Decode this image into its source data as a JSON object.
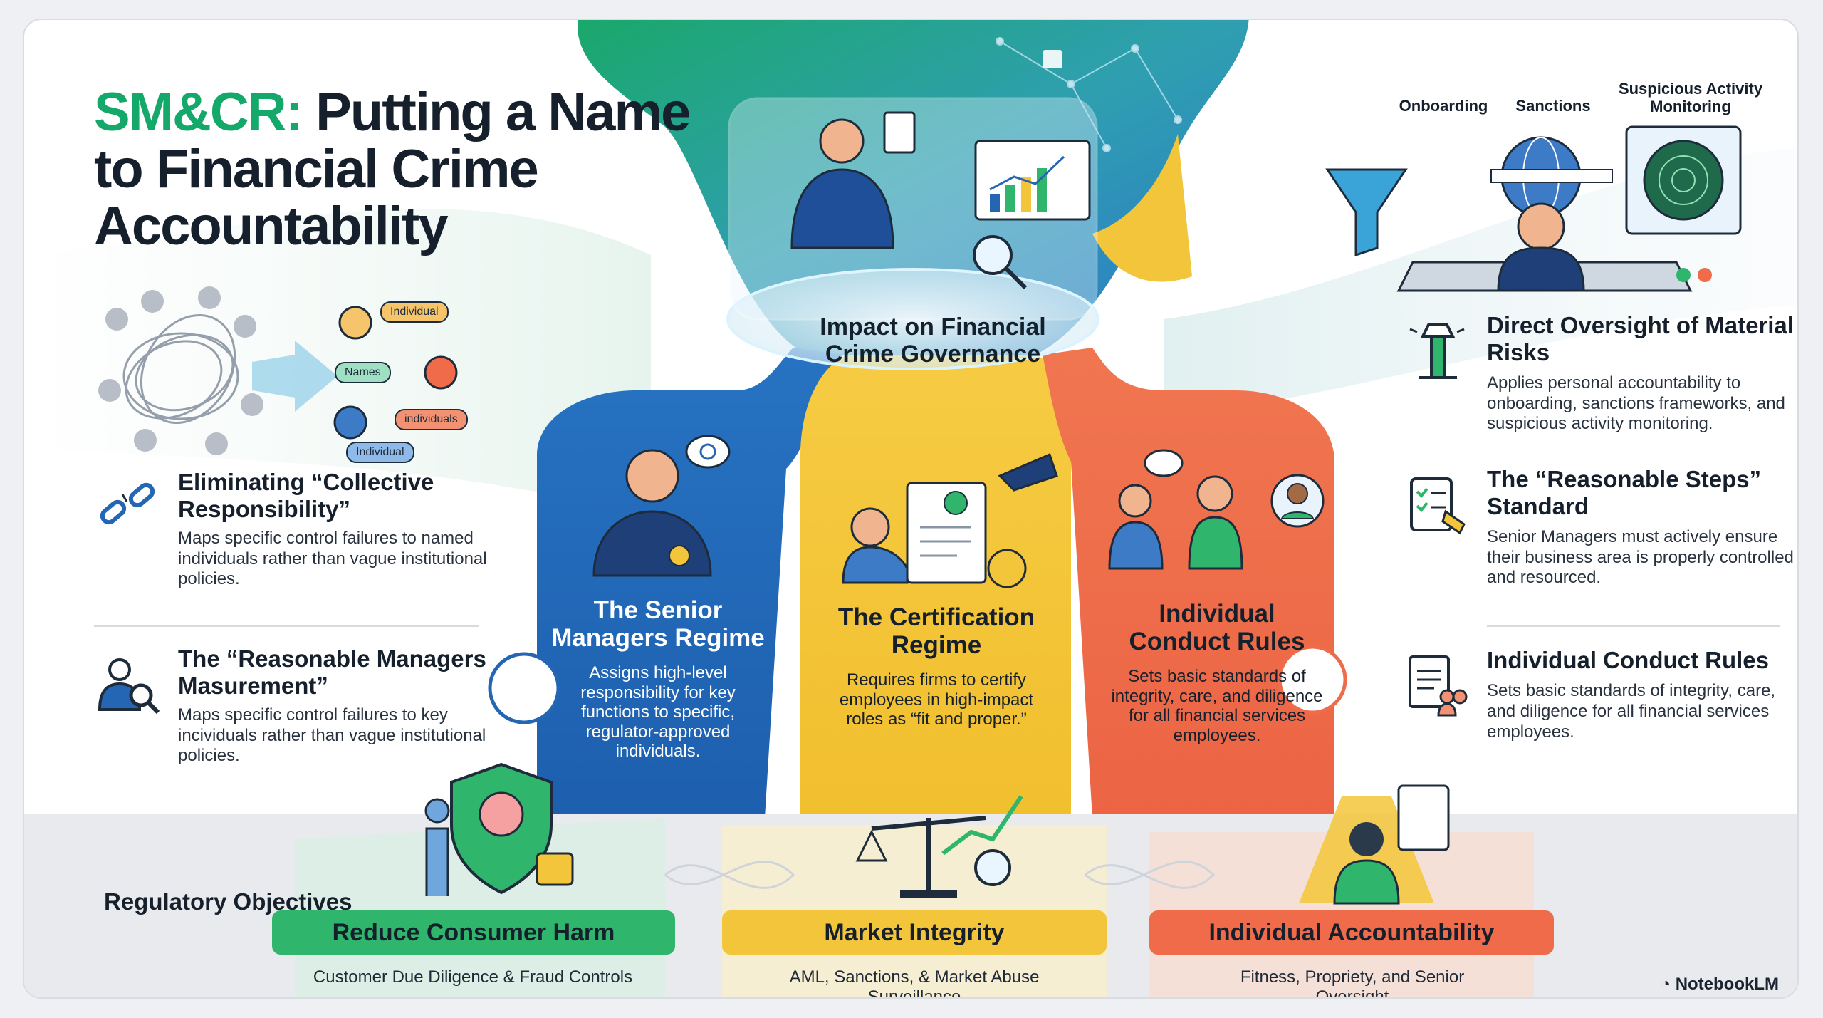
{
  "title": {
    "accent": "SM&CR:",
    "rest": "Putting a Name to Financial Crime Accountability"
  },
  "hub": {
    "label": "Impact on Financial Crime Governance"
  },
  "network": {
    "chips": [
      "Individual",
      "Names",
      "individuals",
      "Individual"
    ]
  },
  "left_items": [
    {
      "heading": "Eliminating “Collective Responsibility”",
      "body": "Maps specific control failures to named individuals rather than vague institutional policies."
    },
    {
      "heading": "The “Reasonable Managers Masurement”",
      "body": "Maps specific control failures to key incividuals rather than vague institutional policies."
    }
  ],
  "right_top_labels": [
    "Onboarding",
    "Sanctions",
    "Suspicious Activity Monitoring"
  ],
  "right_items": [
    {
      "heading": "Direct Oversight of Material Risks",
      "body": "Applies personal accountability to onboarding, sanctions frameworks, and suspicious activity monitoring."
    },
    {
      "heading": "The “Reasonable Steps” Standard",
      "body": "Senior Managers must actively ensure their business area is properly controlled and resourced."
    },
    {
      "heading": "Individual Conduct Rules",
      "body": "Sets basic standards of integrity, care, and diligence for all financial services employees."
    }
  ],
  "pillars": [
    {
      "heading": "The Senior Managers Regime",
      "body": "Assigns high-level responsibility for key functions to specific, regulator-approved individuals.",
      "color": "#2466b3"
    },
    {
      "heading": "The Certification Regime",
      "body": "Requires firms to certify employees in high-impact roles as “fit and proper.”",
      "color": "#f3c53a"
    },
    {
      "heading": "Individual Conduct Rules",
      "body": "Sets basic standards of integrity, care, and diligence for all financial services employees.",
      "color": "#ef6b4a"
    }
  ],
  "objectives": {
    "label": "Regulatory Objectives",
    "items": [
      {
        "title": "Reduce Consumer Harm",
        "sub": "Customer Due Diligence & Fraud Controls",
        "color": "#2fb56c"
      },
      {
        "title": "Market Integrity",
        "sub": "AML, Sanctions, & Market Abuse Surveillance",
        "color": "#f3c53a"
      },
      {
        "title": "Individual Accountability",
        "sub": "Fitness, Propriety, and Senior Oversight",
        "color": "#ef6b4a"
      }
    ]
  },
  "brand": "NotebookLM"
}
